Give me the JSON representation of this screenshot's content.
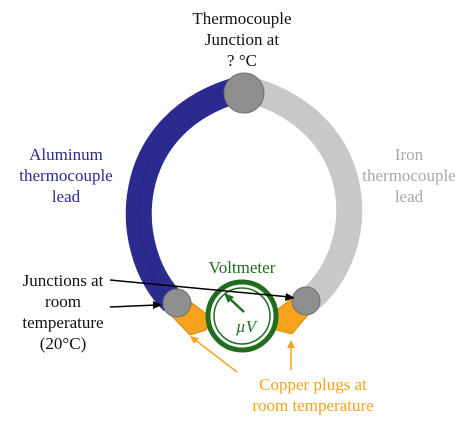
{
  "labels": {
    "junction_top": "Thermocouple\nJunction at\n? °C",
    "aluminum_lead": "Aluminum\nthermocouple\nlead",
    "iron_lead": "Iron\nthermocouple\nlead",
    "voltmeter": "Voltmeter",
    "unit": "µV",
    "room_junctions": "Junctions at\nroom\ntemperature\n(20°C)",
    "copper_plugs": "Copper plugs at\nroom temperature"
  },
  "colors": {
    "aluminum": "#2b2b8f",
    "iron": "#c8c8c8",
    "junction": "#8f8f8f",
    "copper": "#f7a21b",
    "voltmeter": "#1e6e1e",
    "text": "#111111",
    "arrow": "#000000"
  }
}
